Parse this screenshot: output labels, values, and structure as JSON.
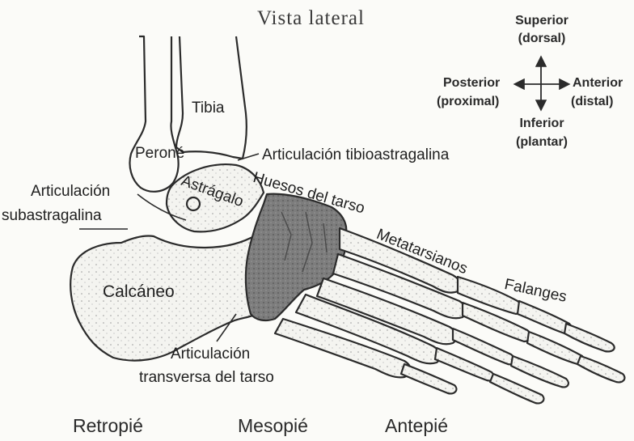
{
  "title": "Vista lateral",
  "orientation": {
    "superior": "Superior",
    "superior_alt": "(dorsal)",
    "posterior": "Posterior",
    "posterior_alt": "(proximal)",
    "anterior": "Anterior",
    "anterior_alt": "(distal)",
    "inferior": "Inferior",
    "inferior_alt": "(plantar)"
  },
  "labels": {
    "tibia": "Tibia",
    "perone": "Peroné",
    "astragalo": "Astrágalo",
    "calcaneo": "Calcáneo",
    "articulacion_tibioastragalina": "Articulación tibioastragalina",
    "articulacion_subastragalina_1": "Articulación",
    "articulacion_subastragalina_2": "subastragalina",
    "huesos_tarso": "Huesos del tarso",
    "metatarsianos": "Metatarsianos",
    "falanges": "Falanges",
    "articulacion_transversa_1": "Articulación",
    "articulacion_transversa_2": "transversa del tarso"
  },
  "regions": {
    "retropie": "Retropié",
    "mesopie": "Mesopié",
    "antepie": "Antepié"
  },
  "colors": {
    "line": "#2b2b2b",
    "tarsal_fill": "#7d7d7d",
    "bone_fill": "#f4f4f0"
  }
}
